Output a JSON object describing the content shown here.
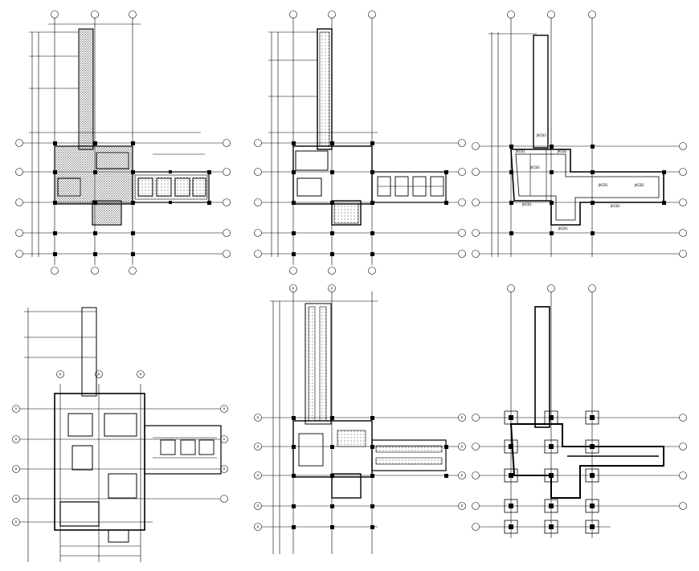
{
  "sheet": {
    "panels": [
      {
        "id": "p1",
        "name": "plan-top-left",
        "hatch": "dense",
        "axis_labels": [],
        "beam_labels": []
      },
      {
        "id": "p2",
        "name": "plan-top-middle",
        "hatch": "light",
        "axis_labels": [],
        "beam_labels": []
      },
      {
        "id": "p3",
        "name": "plan-top-right",
        "hatch": "none",
        "axis_labels": [],
        "beam_labels": [
          "JKCB1",
          "JKCB2",
          "JKCB3",
          "JKCB1",
          "JKCB2",
          "JKCB1",
          "JKCB2",
          "JKCB3",
          "JKCB1"
        ]
      },
      {
        "id": "p4",
        "name": "plan-bottom-left",
        "hatch": "rooms",
        "axis_labels": [
          "A",
          "A",
          "A",
          "A",
          "A",
          "A",
          "A",
          "A",
          "A",
          "A",
          "A"
        ],
        "beam_labels": []
      },
      {
        "id": "p5",
        "name": "plan-bottom-middle",
        "hatch": "beams",
        "axis_labels": [
          "A",
          "A",
          "A",
          "A",
          "A",
          "A",
          "A",
          "A",
          "A",
          "A",
          "A"
        ],
        "beam_labels": []
      },
      {
        "id": "p6",
        "name": "plan-bottom-right",
        "hatch": "footings",
        "axis_labels": [],
        "beam_labels": []
      }
    ]
  }
}
